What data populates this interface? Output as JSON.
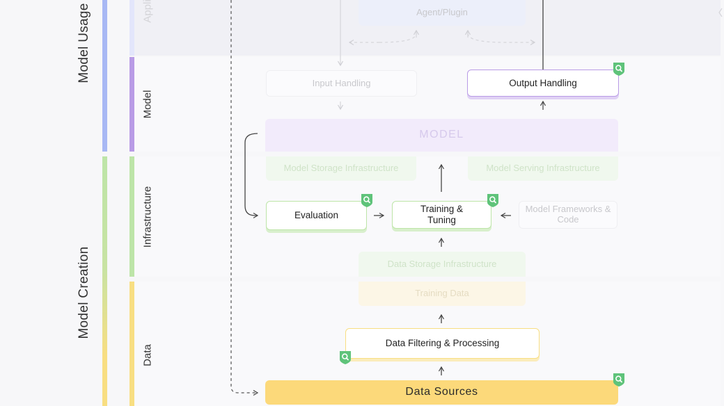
{
  "groups": {
    "model_usage": "Model Usage",
    "model_creation": "Model Creation"
  },
  "layers": {
    "application": "Application",
    "model": "Model",
    "infrastructure": "Infrastructure",
    "data": "Data"
  },
  "nodes": {
    "agent_plugin": "Agent/Plugin",
    "input_handling": "Input Handling",
    "output_handling": "Output Handling",
    "model": "MODEL",
    "model_storage": "Model Storage Infrastructure",
    "model_serving": "Model Serving Infrastructure",
    "evaluation": "Evaluation",
    "training_tuning": "Training & Tuning",
    "model_frameworks": "Model Frameworks & Code",
    "data_storage": "Data Storage Infrastructure",
    "training_data": "Training Data",
    "data_filtering": "Data Filtering & Processing",
    "data_sources": "Data Sources"
  },
  "colors": {
    "usage_bar": "#a8b8f4",
    "model_bar": "#b99be6",
    "infra_bar": "#bde5a8",
    "data_bar": "#f8de82",
    "badge": "#5fc37a",
    "data_sources_fill": "#fcd97a"
  },
  "icons": {
    "risk_badge": "magnifier-shield-icon"
  }
}
